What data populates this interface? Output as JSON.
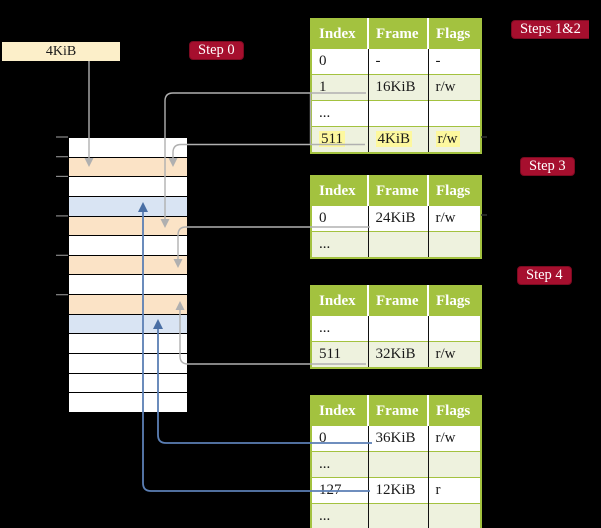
{
  "frame_box": {
    "label": "4KiB"
  },
  "badges": {
    "step0": "Step 0",
    "steps12": "Steps 1&2",
    "step3": "Step 3",
    "step4": "Step 4"
  },
  "memory": {
    "rows": [
      {
        "type": "white"
      },
      {
        "type": "peach"
      },
      {
        "type": "white"
      },
      {
        "type": "blue"
      },
      {
        "type": "peach"
      },
      {
        "type": "white"
      },
      {
        "type": "peach"
      },
      {
        "type": "white"
      },
      {
        "type": "peach"
      },
      {
        "type": "blue"
      },
      {
        "type": "white"
      },
      {
        "type": "white"
      },
      {
        "type": "white"
      },
      {
        "type": "white"
      }
    ]
  },
  "tables": [
    {
      "headers": [
        "Index",
        "Frame",
        "Flags"
      ],
      "rows": [
        {
          "cells": [
            "0",
            "-",
            "-"
          ]
        },
        {
          "cells": [
            "1",
            "16KiB",
            "r/w"
          ]
        },
        {
          "cells": [
            "...",
            "",
            ""
          ]
        },
        {
          "cells": [
            "511",
            "4KiB",
            "r/w"
          ],
          "highlight": true
        }
      ]
    },
    {
      "headers": [
        "Index",
        "Frame",
        "Flags"
      ],
      "rows": [
        {
          "cells": [
            "0",
            "24KiB",
            "r/w"
          ]
        },
        {
          "cells": [
            "...",
            "",
            ""
          ]
        }
      ]
    },
    {
      "headers": [
        "Index",
        "Frame",
        "Flags"
      ],
      "rows": [
        {
          "cells": [
            "...",
            "",
            ""
          ]
        },
        {
          "cells": [
            "511",
            "32KiB",
            "r/w"
          ]
        }
      ]
    },
    {
      "headers": [
        "Index",
        "Frame",
        "Flags"
      ],
      "rows": [
        {
          "cells": [
            "0",
            "36KiB",
            "r/w"
          ]
        },
        {
          "cells": [
            "...",
            "",
            ""
          ]
        },
        {
          "cells": [
            "127",
            "12KiB",
            "r"
          ]
        },
        {
          "cells": [
            "...",
            "",
            ""
          ]
        }
      ]
    }
  ],
  "colors": {
    "accent_green": "#a3c23f",
    "row_green": "#eef2de",
    "frame_peach": "#fbe3c6",
    "frame_blue": "#d9e4f3",
    "badge_red": "#a60f2e",
    "highlight_yellow": "#fdf89e",
    "label_cream": "#fcefc9",
    "gray_arrow": "#b0b0b0",
    "blue_arrow": "#5b7fb5"
  }
}
